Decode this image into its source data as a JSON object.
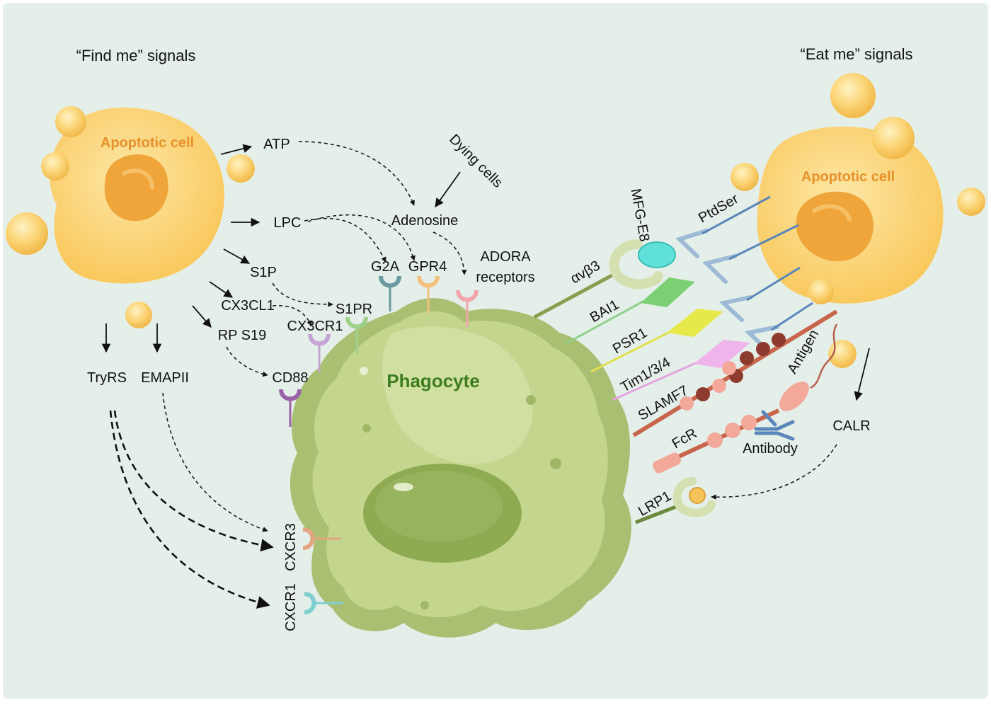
{
  "titles": {
    "find_me": "“Find me” signals",
    "eat_me": "“Eat me” signals"
  },
  "cells": {
    "apoptotic_left": "Apoptotic cell",
    "apoptotic_right": "Apoptotic cell",
    "phagocyte": "Phagocyte"
  },
  "find_me_signals": {
    "atp": "ATP",
    "lpc": "LPC",
    "s1p": "S1P",
    "cx3cl1": "CX3CL1",
    "rps19": "RP S19",
    "tryrs": "TryRS",
    "emapii": "EMAPII",
    "dying_cells": "Dying cells",
    "adenosine": "Adenosine"
  },
  "find_me_receptors": {
    "g2a": "G2A",
    "gpr4": "GPR4",
    "adora": [
      "ADORA",
      "receptors"
    ],
    "s1pr": "S1PR",
    "cx3cr1": "CX3CR1",
    "cd88": "CD88",
    "cxcr3": "CXCR3",
    "cxcr1": "CXCR1"
  },
  "eat_me_molecules": {
    "avb3": "αvβ3",
    "mfge8": "MFG-E8",
    "ptdser": "PtdSer",
    "bai1": "BAI1",
    "psr1": "PSR1",
    "tim": "Tim1/3/4",
    "slamf7": "SLAMF7",
    "antigen": "Antigen",
    "fcr": "FcR",
    "antibody": "Antibody",
    "calr": "CALR",
    "lrp1": "LRP1"
  },
  "colors": {
    "background": "#e5efea",
    "apoptotic_cell": "#fbd271",
    "nucleus": "#f0a53a",
    "phagocyte": "#c4d68e",
    "phagocyte_nucleus": "#8fab52"
  }
}
